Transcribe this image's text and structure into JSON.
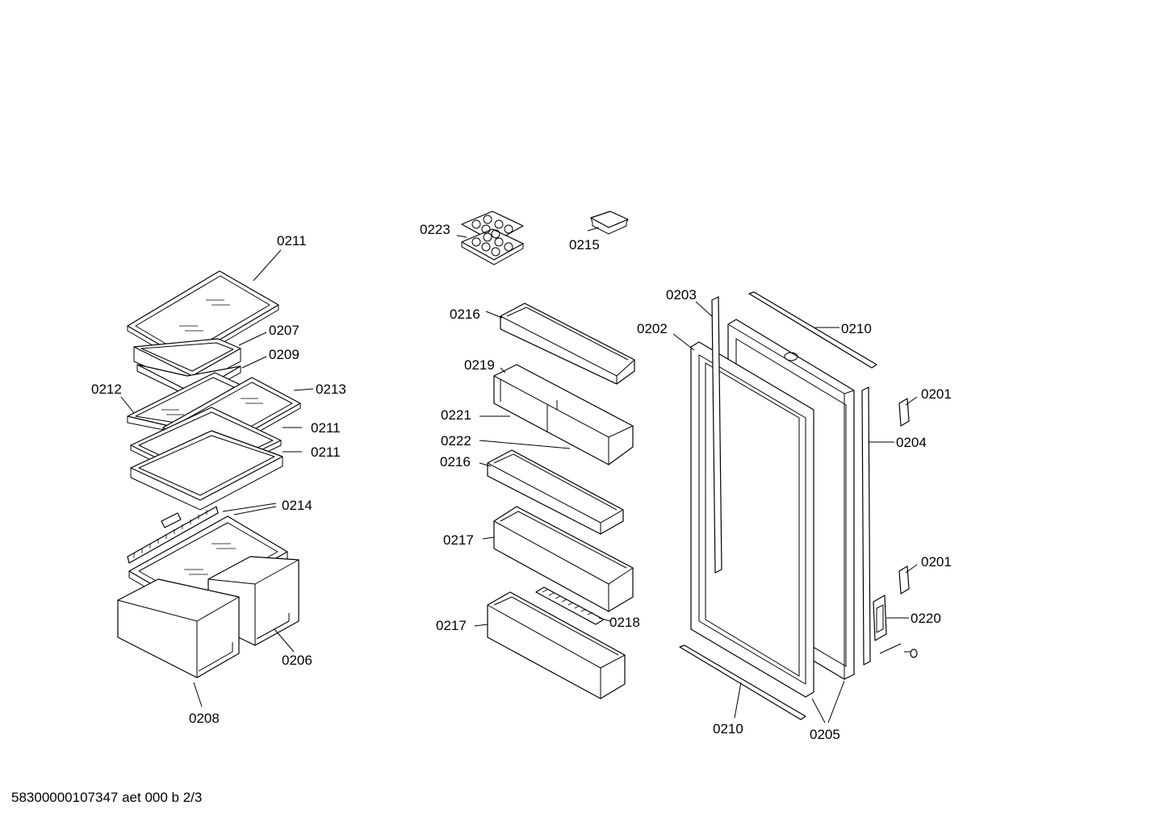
{
  "footer": {
    "drawing_id": "58300000107347 aet 000 b 2/3"
  },
  "callouts": [
    {
      "id": "c-0211-top",
      "text": "0211"
    },
    {
      "id": "c-0207",
      "text": "0207"
    },
    {
      "id": "c-0209",
      "text": "0209"
    },
    {
      "id": "c-0212",
      "text": "0212"
    },
    {
      "id": "c-0213",
      "text": "0213"
    },
    {
      "id": "c-0211-mid",
      "text": "0211"
    },
    {
      "id": "c-0211-low",
      "text": "0211"
    },
    {
      "id": "c-0214",
      "text": "0214"
    },
    {
      "id": "c-0206",
      "text": "0206"
    },
    {
      "id": "c-0208",
      "text": "0208"
    },
    {
      "id": "c-0223",
      "text": "0223"
    },
    {
      "id": "c-0215",
      "text": "0215"
    },
    {
      "id": "c-0216-top",
      "text": "0216"
    },
    {
      "id": "c-0219",
      "text": "0219"
    },
    {
      "id": "c-0221",
      "text": "0221"
    },
    {
      "id": "c-0222",
      "text": "0222"
    },
    {
      "id": "c-0216-mid",
      "text": "0216"
    },
    {
      "id": "c-0217-top",
      "text": "0217"
    },
    {
      "id": "c-0217-low",
      "text": "0217"
    },
    {
      "id": "c-0218",
      "text": "0218"
    },
    {
      "id": "c-0203",
      "text": "0203"
    },
    {
      "id": "c-0202",
      "text": "0202"
    },
    {
      "id": "c-0210-top",
      "text": "0210"
    },
    {
      "id": "c-0201-top",
      "text": "0201"
    },
    {
      "id": "c-0204",
      "text": "0204"
    },
    {
      "id": "c-0201-low",
      "text": "0201"
    },
    {
      "id": "c-0220",
      "text": "0220"
    },
    {
      "id": "c-0210-low",
      "text": "0210"
    },
    {
      "id": "c-0205",
      "text": "0205"
    }
  ]
}
